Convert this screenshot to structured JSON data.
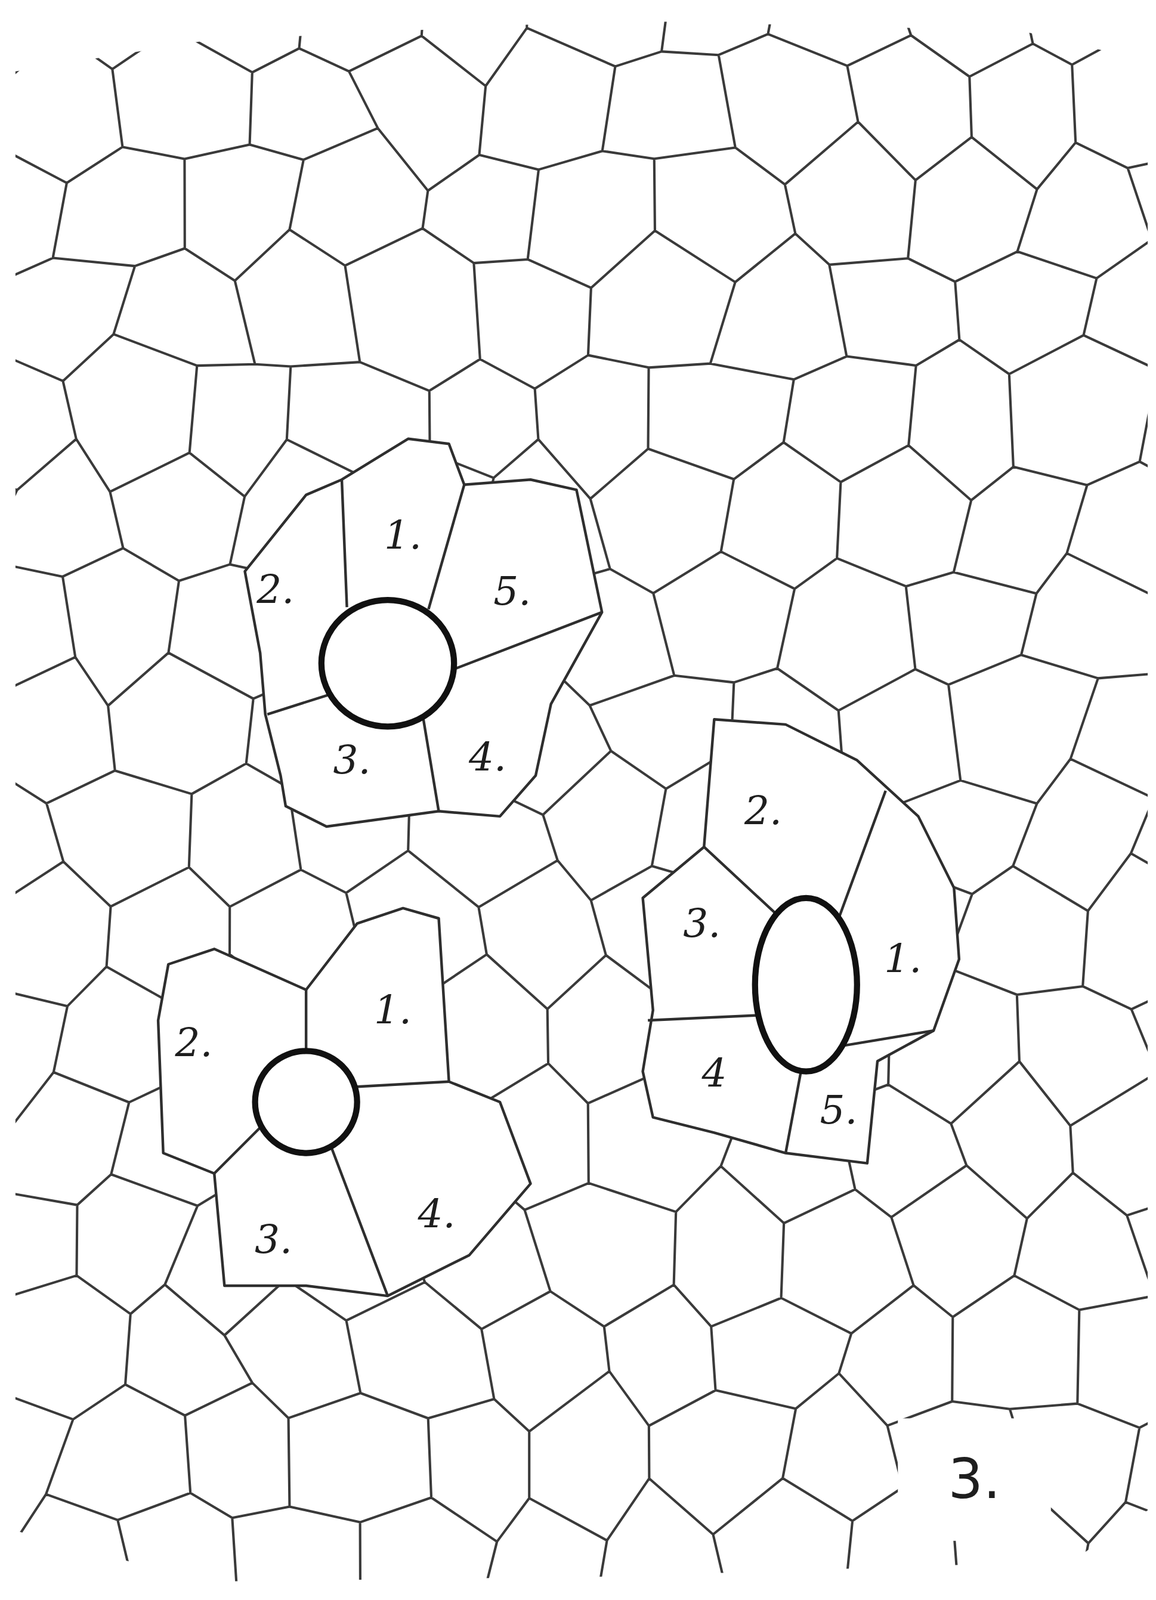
{
  "diagram": {
    "labels": [
      "1.",
      "2.",
      "5.",
      "3.",
      "4.",
      "2.",
      "3.",
      "1.",
      "1.",
      "2.",
      "4",
      "5.",
      "4.",
      "3.",
      "3."
    ]
  }
}
